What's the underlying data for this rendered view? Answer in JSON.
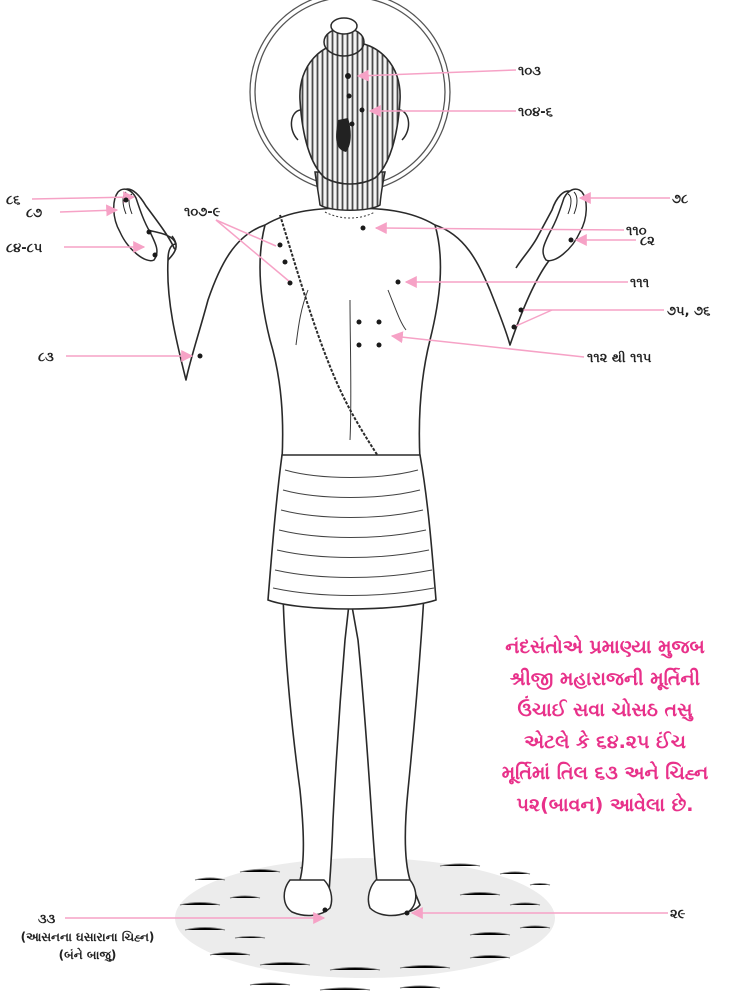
{
  "labels": {
    "l103": "૧૦૩",
    "l104": "૧૦૪-૬",
    "l86": "૮૬",
    "l87": "૮૭",
    "l84": "૮૪-૮૫",
    "l107": "૧૦૭-૯",
    "l78": "૭૮",
    "l110": "૧૧૦",
    "l82": "૮૨",
    "l111": "૧૧૧",
    "l75": "૭૫, ૭૬",
    "l83": "૮૩",
    "l112": "૧૧૨ થી ૧૧૫",
    "l33": "૩૩",
    "l29": "૨૯"
  },
  "footnote": {
    "line1": "(આસનના ઘસારાના ચિહ્ન)",
    "line2": "(બંને બાજુ)"
  },
  "note": {
    "lines": [
      "નંદસંતોએ પ્રમાણ્યા મુજબ",
      "શ્રીજી મહારાજની મૂર્તિની",
      "ઉંચાઈ સવા ચોસઠ તસુ",
      "એટલે કે ૬૪.૨૫ ઈંચ",
      "મૂર્તિમાં તિલ ૬૩ અને ચિહ્ન",
      "૫૨(બાવન) આવેલા છે."
    ]
  },
  "colors": {
    "accent": "#e8318a",
    "leader": "#f6a2c6",
    "ink": "#2a2a2a"
  }
}
